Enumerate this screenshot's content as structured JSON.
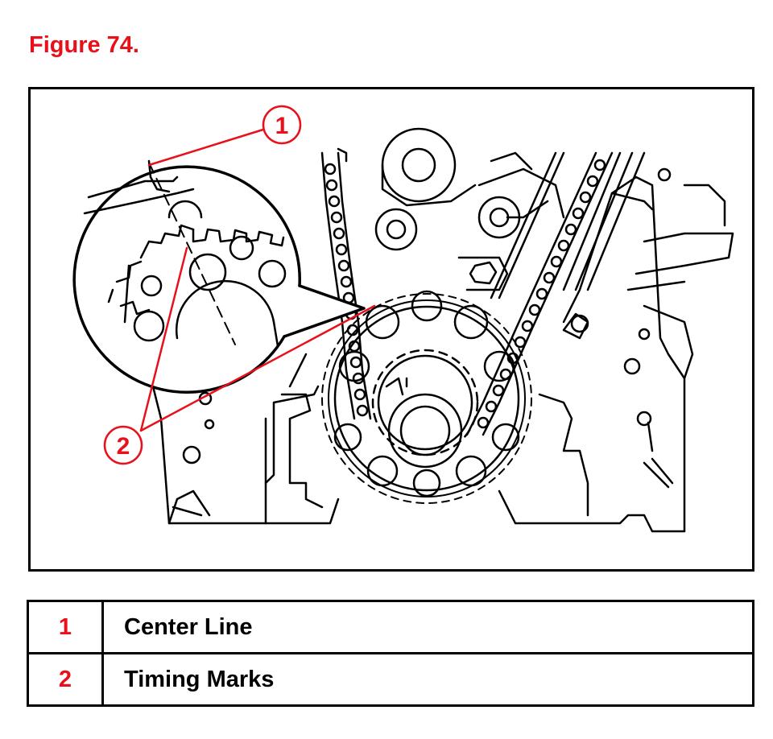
{
  "figure": {
    "title": "Figure 74.",
    "accent_color": "#e8101a",
    "line_color": "#000000"
  },
  "callouts": [
    {
      "number": "1",
      "label": "Center Line"
    },
    {
      "number": "2",
      "label": "Timing Marks"
    }
  ],
  "legend": [
    {
      "number": "1",
      "description": "Center Line"
    },
    {
      "number": "2",
      "description": "Timing Marks"
    }
  ]
}
